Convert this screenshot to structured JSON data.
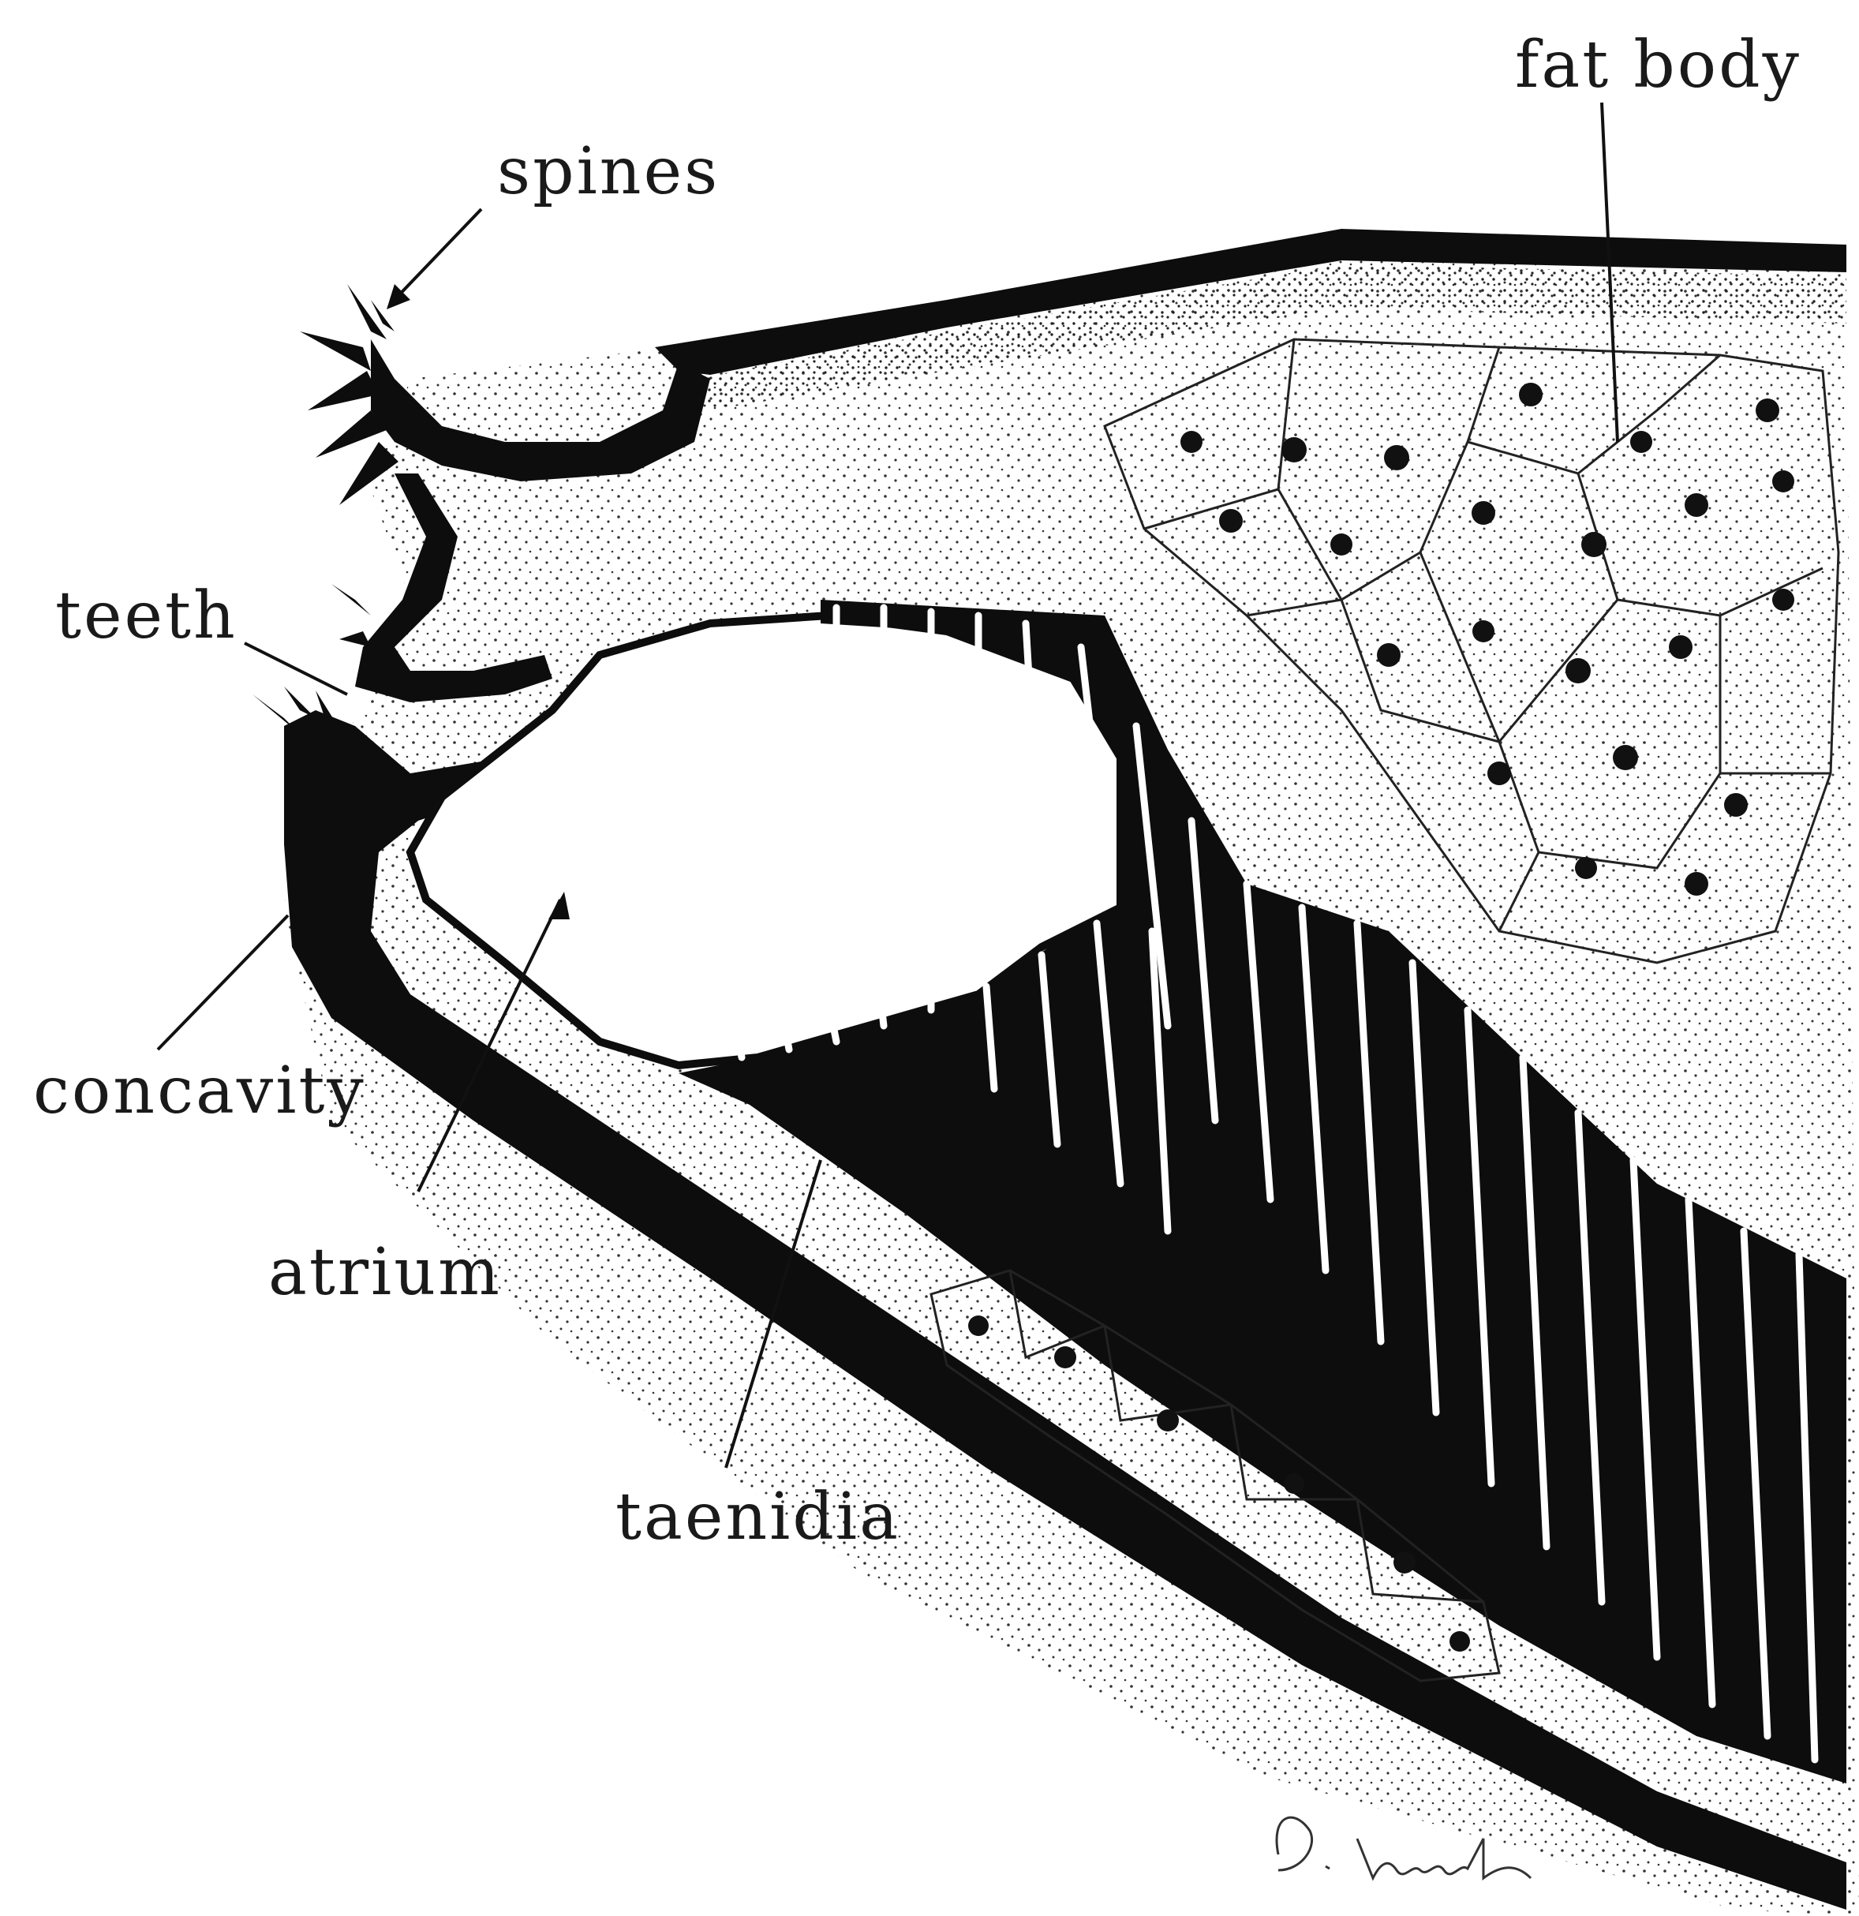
{
  "figure": {
    "labels": {
      "spines": "spines",
      "fat_body": "fat body",
      "teeth": "teeth",
      "concavity": "concavity",
      "atrium": "atrium",
      "taenidia": "taenidia"
    },
    "signature": "D. Laurent",
    "colors": {
      "ink": "#0d0d0d",
      "paper": "#ffffff"
    }
  }
}
